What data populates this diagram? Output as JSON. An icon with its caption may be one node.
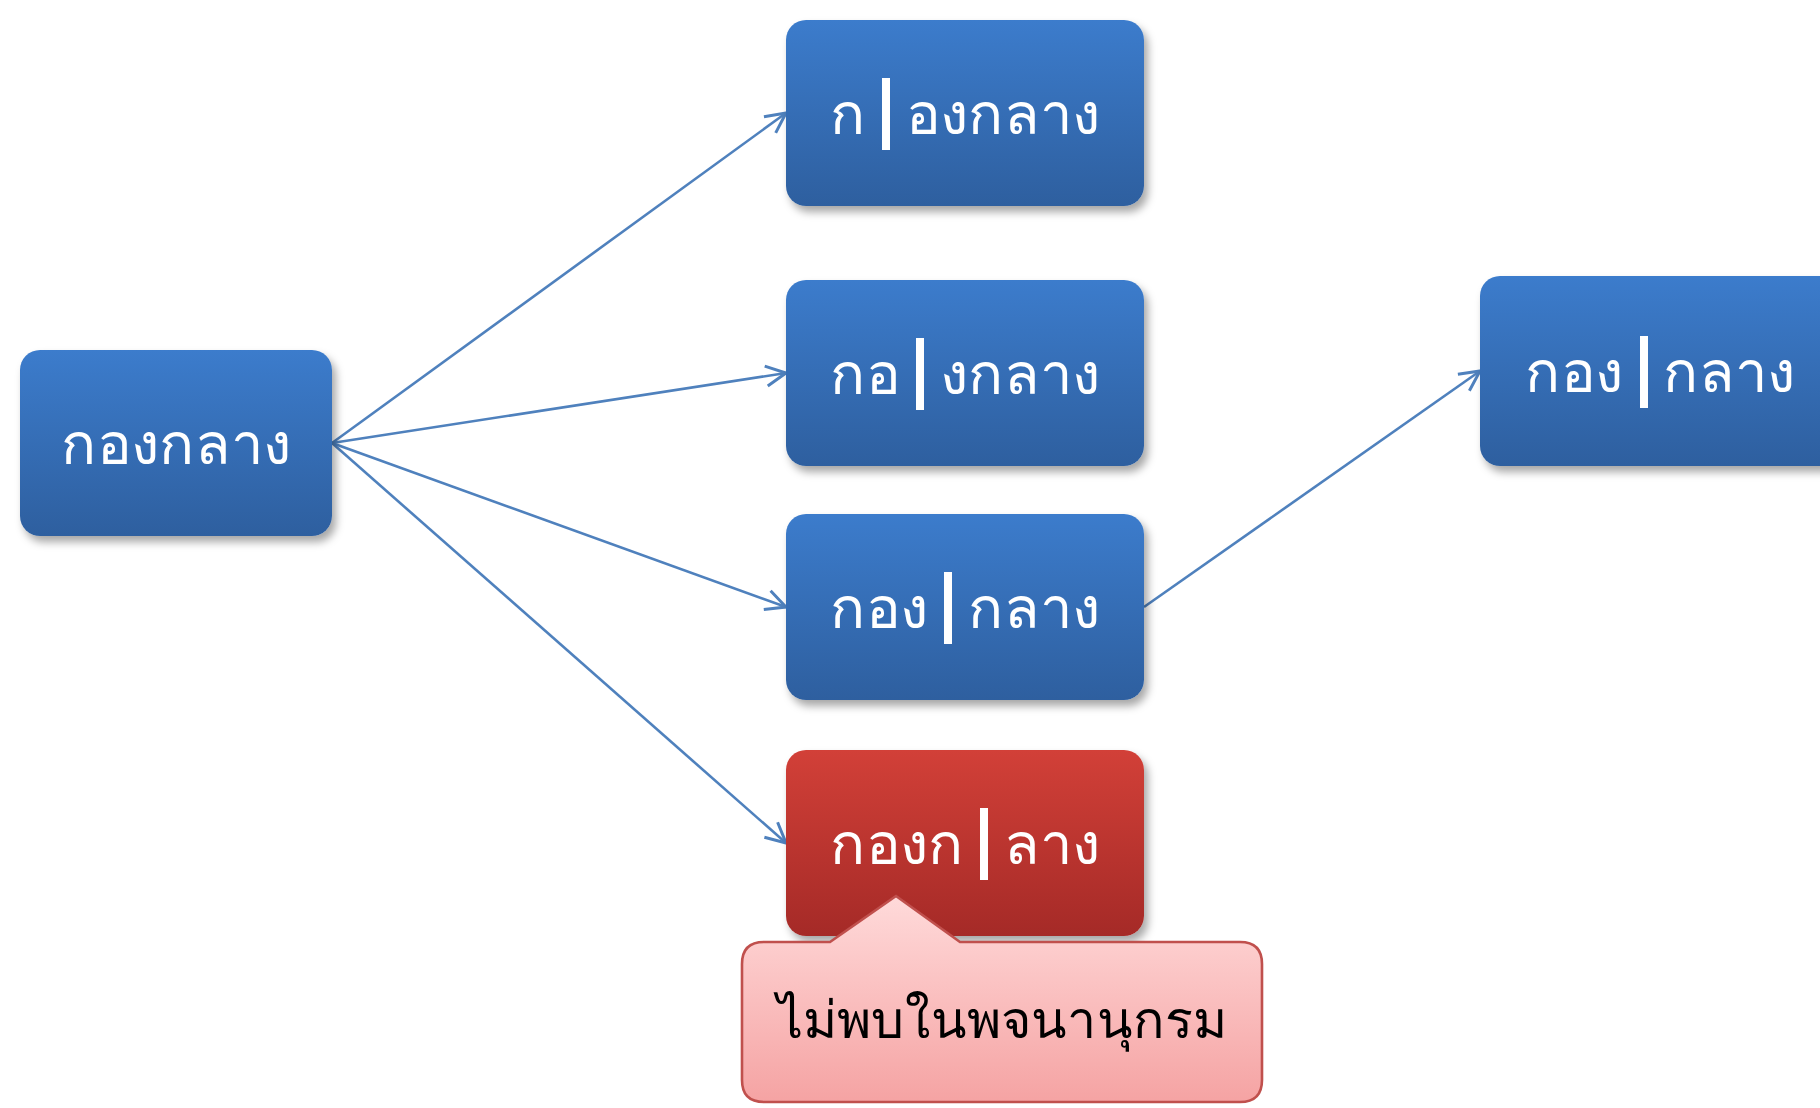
{
  "diagram": {
    "nodes": [
      {
        "text": [
          "กองกลาง"
        ]
      },
      {
        "text": [
          "ก",
          "องกลาง"
        ]
      },
      {
        "text": [
          "กอ",
          "งกลาง"
        ]
      },
      {
        "text": [
          "กอง",
          "กลาง"
        ]
      },
      {
        "text": [
          "กองก",
          "ลาง"
        ]
      },
      {
        "text": [
          "ไม่พบในพจนานุกรม"
        ]
      },
      {
        "text": [
          "กอง",
          "กลาง"
        ]
      }
    ],
    "edges": [
      {
        "from": 0,
        "to": 1,
        "arrow": "to"
      },
      {
        "from": 0,
        "to": 2,
        "arrow": "to"
      },
      {
        "from": 0,
        "to": 3,
        "arrow": "to"
      },
      {
        "from": 0,
        "to": 4,
        "arrow": "to"
      },
      {
        "from": 3,
        "to": 6,
        "arrow": "to"
      }
    ]
  }
}
